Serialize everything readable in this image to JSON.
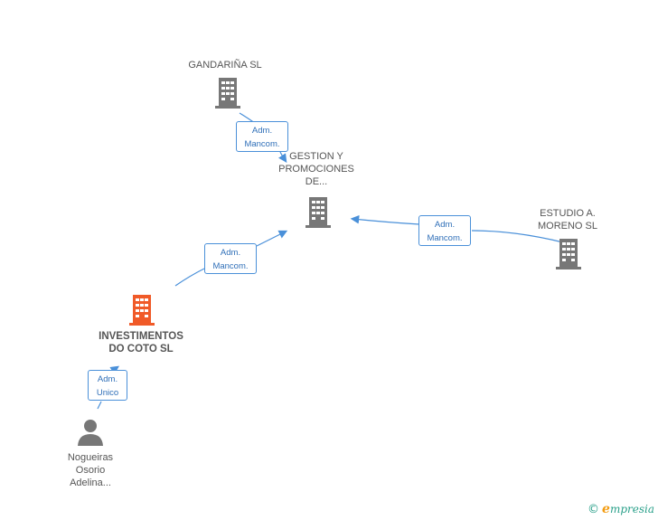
{
  "nodes": {
    "gandarina": {
      "label": "GANDARIÑA SL"
    },
    "gestion": {
      "label": "GESTION Y\nPROMOCIONES\nDE..."
    },
    "estudio": {
      "label": "ESTUDIO A.\nMORENO SL"
    },
    "investimentos": {
      "label": "INVESTIMENTOS\nDO COTO SL"
    },
    "person": {
      "label": "Nogueiras\nOsorio\nAdelina..."
    }
  },
  "edges": {
    "gandarina_gestion": {
      "label": "Adm.\nMancom."
    },
    "estudio_gestion": {
      "label": "Adm.\nMancom."
    },
    "investimentos_gestion": {
      "label": "Adm.\nMancom."
    },
    "person_investimentos": {
      "label": "Adm.\nUnico"
    }
  },
  "colors": {
    "building": "#777777",
    "building_main": "#f05a28",
    "person": "#777777",
    "edge": "#4a90d9"
  },
  "icons": {
    "company": "building-icon",
    "person": "person-icon",
    "brand": "copyright-icon"
  },
  "brand": {
    "symbol": "©",
    "initial": "e",
    "name": "mpresia"
  }
}
